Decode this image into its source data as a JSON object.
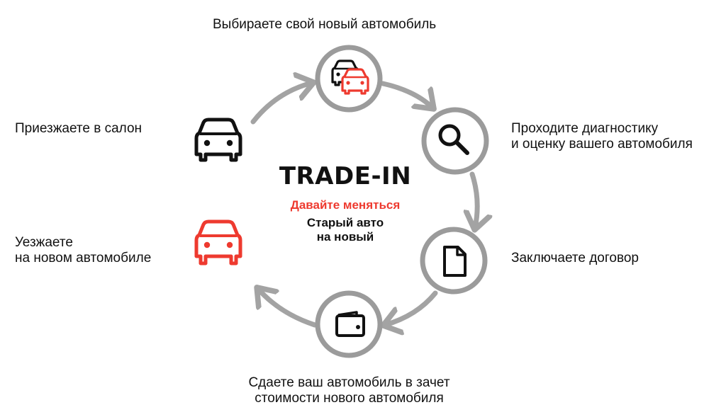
{
  "center": {
    "title": "TRADE-IN",
    "subtitle": "Давайте меняться",
    "note_line1": "Старый авто",
    "note_line2": "на новый"
  },
  "steps": {
    "choose": "Выбираете свой новый автомобиль",
    "diagnostics_line1": "Проходите диагностику",
    "diagnostics_line2": "и оценку вашего автомобиля",
    "contract": "Заключаете договор",
    "handover_line1": "Сдаете ваш автомобиль в зачет",
    "handover_line2": "стоимости нового автомобиля",
    "leave_line1": "Уезжаете",
    "leave_line2": "на новом автомобиле",
    "arrive": "Приезжаете в салон"
  },
  "icons": {
    "choose": "two-cars-icon",
    "diagnostics": "magnifier-icon",
    "contract": "document-icon",
    "handover": "wallet-icon",
    "leave": "car-icon",
    "arrive": "car-icon"
  },
  "colors": {
    "accent": "#ee3a2f",
    "ring": "#9b9b9b",
    "arrow": "#a3a3a3",
    "text": "#111111"
  }
}
